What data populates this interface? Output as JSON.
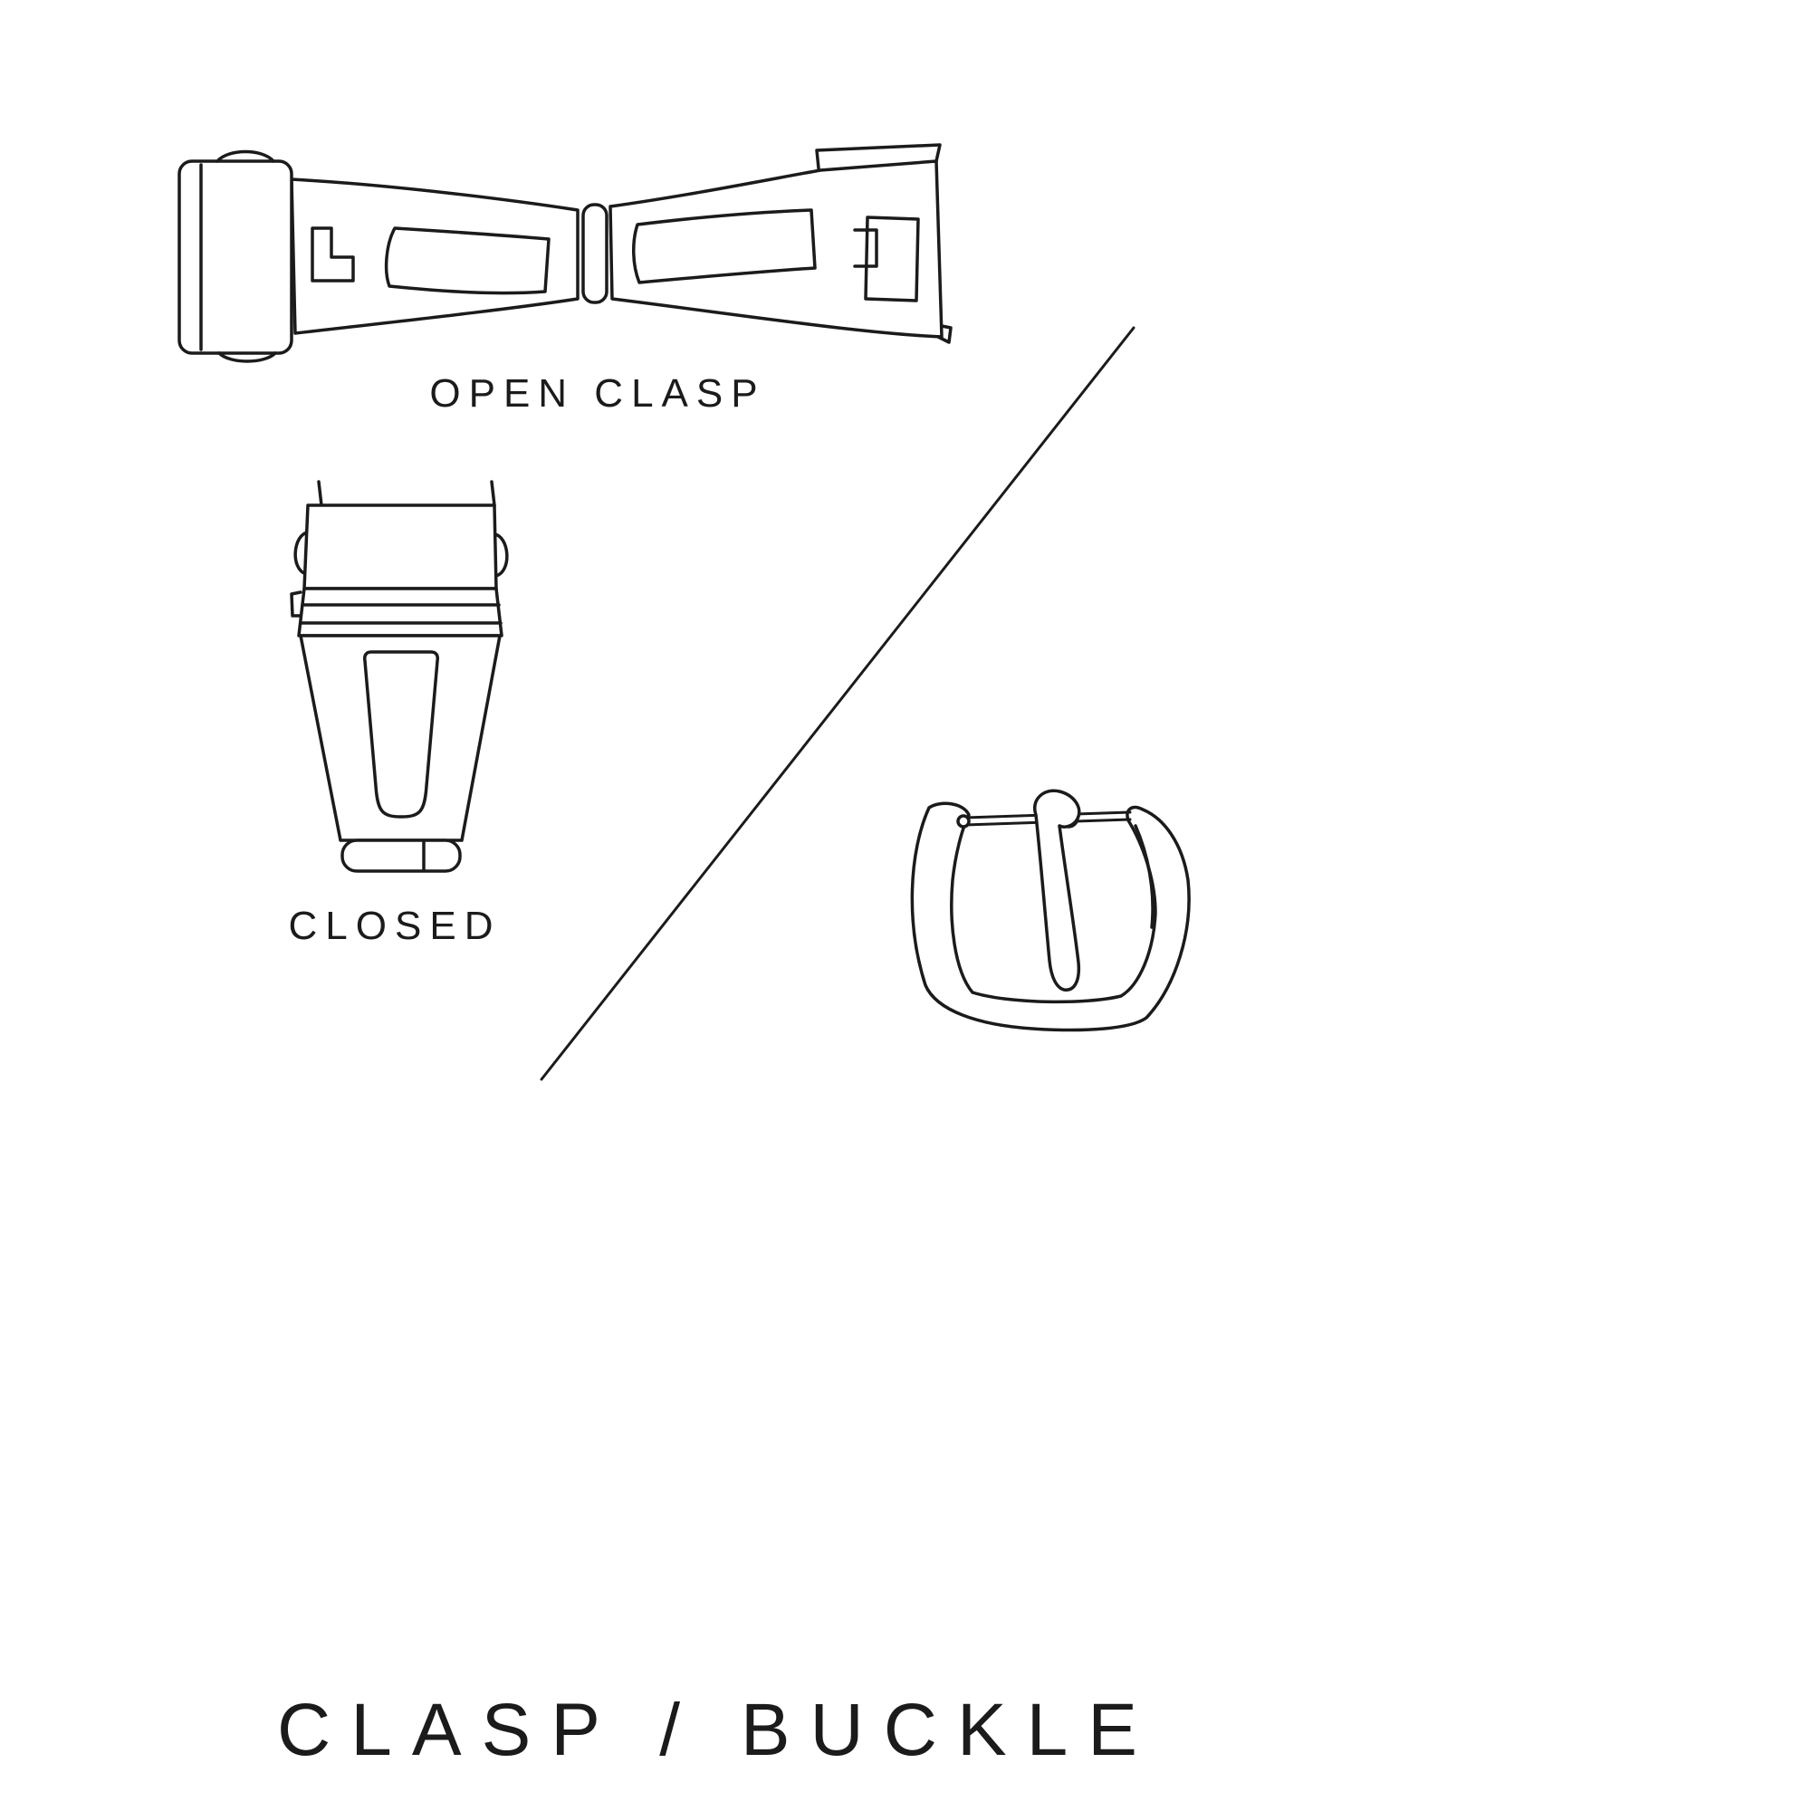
{
  "page": {
    "background_color": "#ffffff",
    "ink_color": "#1b1b1b"
  },
  "labels": {
    "open_clasp": "OPEN CLASP",
    "closed": "CLOSED",
    "title": "CLASP / BUCKLE"
  },
  "illustrations": [
    {
      "name": "open-clasp-illustration",
      "caption": "OPEN CLASP"
    },
    {
      "name": "closed-clasp-illustration",
      "caption": "CLOSED"
    },
    {
      "name": "tang-buckle-illustration",
      "caption": ""
    }
  ]
}
